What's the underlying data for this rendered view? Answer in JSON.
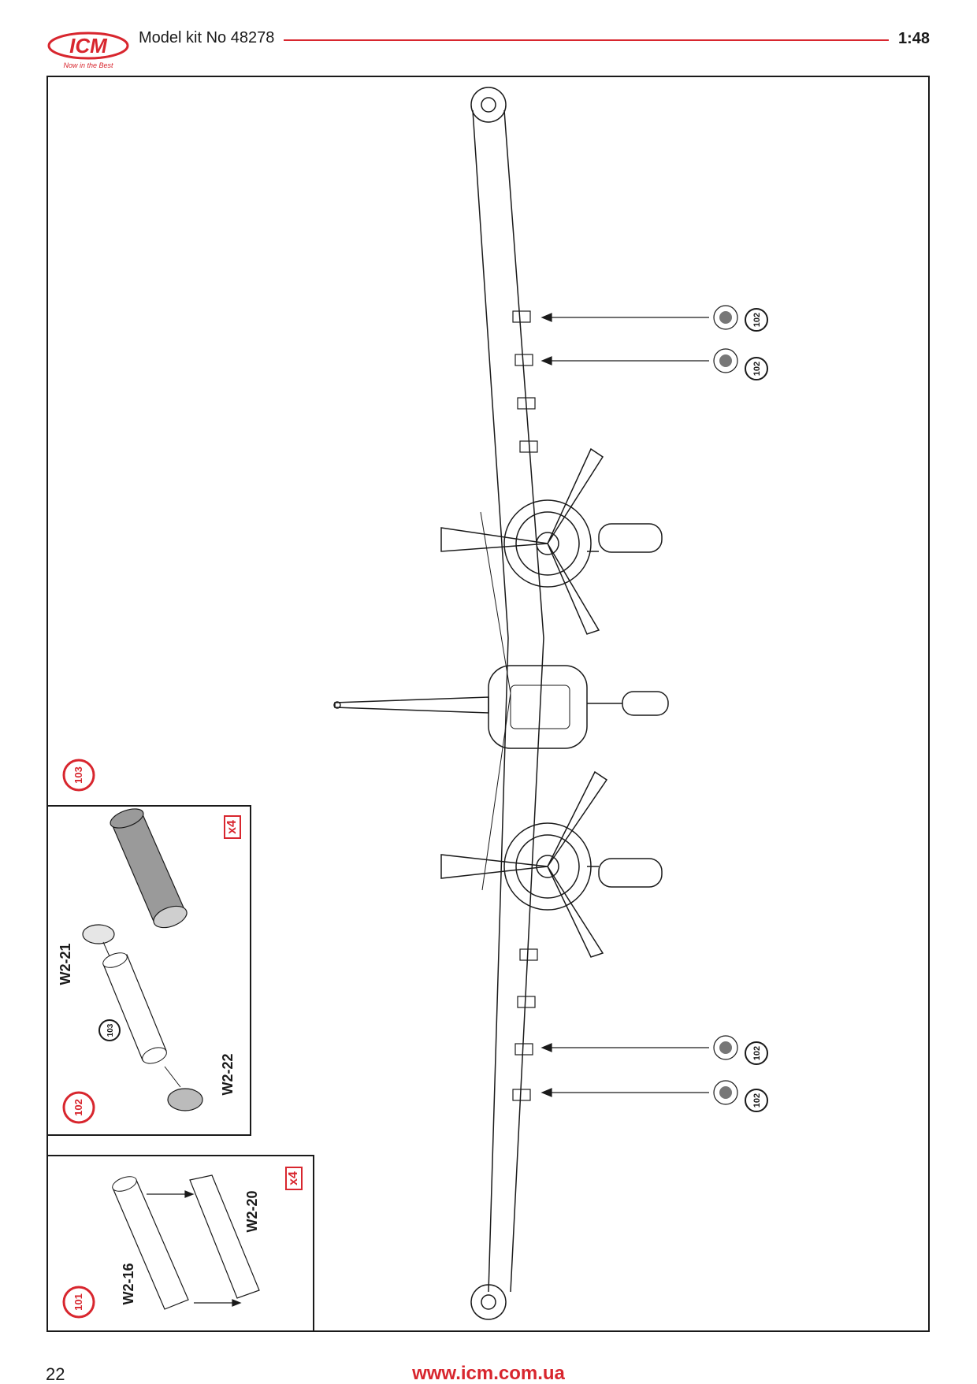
{
  "header": {
    "brand": "ICM",
    "tagline": "Now in the Best",
    "model_title": "Model kit No 48278",
    "scale": "1:48"
  },
  "steps": {
    "s101": "101",
    "s102": "102",
    "s103": "103"
  },
  "callouts": {
    "c1": "102",
    "c2": "102",
    "c3": "102",
    "c4": "102",
    "c5": "103"
  },
  "quantity": {
    "box102": "x4",
    "box101": "x4"
  },
  "parts": {
    "w2_21": "W2-21",
    "w2_22": "W2-22",
    "w2_16": "W2-16",
    "w2_20": "W2-20"
  },
  "footer": {
    "page_number": "22",
    "url": "www.icm.com.ua"
  },
  "colors": {
    "accent": "#d8262e",
    "line": "#1a1a1a"
  }
}
